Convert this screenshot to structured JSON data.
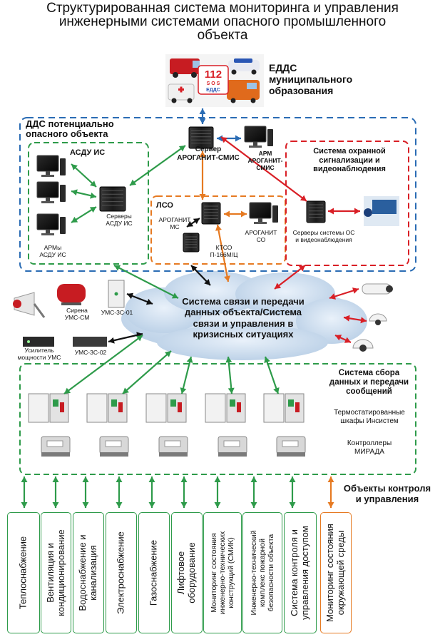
{
  "title": "Структурированная система мониторинга и управления инженерными системами опасного промышленного объекта",
  "title_lines": [
    "Структурированная система мониторинга и управления",
    "инженерными системами опасного промышленного",
    "объекта"
  ],
  "edds": {
    "label_lines": [
      "ЕДДС",
      "муниципального",
      "образования"
    ],
    "badge_top": "112",
    "badge_mid": "S O S",
    "badge_bottom": "ЕДДС"
  },
  "dds": {
    "label_lines": [
      "ДДС потенциально",
      "опасного объекта"
    ]
  },
  "server_smis": {
    "label_lines": [
      "Сервер",
      "АРОГАНИТ-СМИС"
    ]
  },
  "arm_smis": {
    "label_lines": [
      "АРМ",
      "АРОГАНИТ-",
      "СМИС"
    ]
  },
  "asdu": {
    "title": "АСДУ ИС",
    "servers_lines": [
      "Серверы",
      "АСДУ ИС"
    ],
    "arms_lines": [
      "АРМы",
      "АСДУ ИС"
    ]
  },
  "lso": {
    "title": "ЛСО",
    "ms_lines": [
      "АРОГАНИТ",
      "МС"
    ],
    "ktso_lines": [
      "КТСО",
      "П-166М/Ц"
    ],
    "so_lines": [
      "АРОГАНИТ",
      "СО"
    ]
  },
  "security": {
    "title_lines": [
      "Система охранной",
      "сигнализации и",
      "видеонаблюдения"
    ],
    "servers_lines": [
      "Серверы системы ОС",
      "и видеонаблюдения"
    ]
  },
  "network": {
    "label_lines": [
      "Система связи и передачи",
      "данных объекта/Система",
      "связи и управления в",
      "кризисных ситуациях"
    ]
  },
  "siren": {
    "label_lines": [
      "Сирена",
      "УМС-СМ"
    ]
  },
  "ums01": {
    "label": "УМС-3С-01"
  },
  "ums02": {
    "label": "УМС-3С-02"
  },
  "amplifier": {
    "label_lines": [
      "Усилитель",
      "мощности УМС"
    ]
  },
  "data_system": {
    "title_lines": [
      "Система сбора",
      "данных и передачи",
      "сообщений"
    ],
    "cabinets_lines": [
      "Термостатированные",
      "шкафы Инсистем"
    ],
    "controllers_lines": [
      "Контроллеры",
      "МИРАДА"
    ]
  },
  "objects": {
    "label_lines": [
      "Объекты контроля",
      "и управления"
    ]
  },
  "subsystems": [
    {
      "label": "Теплоснабжение",
      "accent": "green"
    },
    {
      "label": "Вентиляция и\nкондиционирование",
      "accent": "green"
    },
    {
      "label": "Водоснабжение и\nканализация",
      "accent": "green"
    },
    {
      "label": "Электроснабжение",
      "accent": "green"
    },
    {
      "label": "Газоснабжение",
      "accent": "green"
    },
    {
      "label": "Лифтовое\nоборудование",
      "accent": "green"
    },
    {
      "label": "Мониторинг состояния\nинженерно-технических\nконструкций (СМИК)",
      "accent": "green"
    },
    {
      "label": "Инженерно-технический\nкомплекс пожарной\nбезопасности объекта",
      "accent": "green"
    },
    {
      "label": "Система контроля и\nуправления доступом",
      "accent": "green"
    },
    {
      "label": "Мониторинг состояния\nокружающей среды",
      "accent": "orange"
    }
  ],
  "colors": {
    "green": "#2e9b4a",
    "blue": "#2a6cb4",
    "orange": "#e67a22",
    "red": "#d91f26",
    "black": "#111111",
    "server": "#222222",
    "cloud": "#cfe0f2"
  }
}
